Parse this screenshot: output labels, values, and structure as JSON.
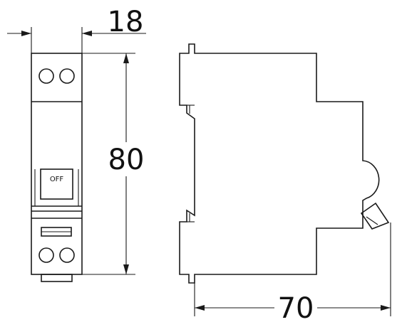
{
  "dimensions": {
    "width": "18",
    "height": "80",
    "depth": "70"
  },
  "front_view": {
    "switch_label": "OFF"
  },
  "colors": {
    "line": "#1a1a1a",
    "background": "#ffffff"
  }
}
